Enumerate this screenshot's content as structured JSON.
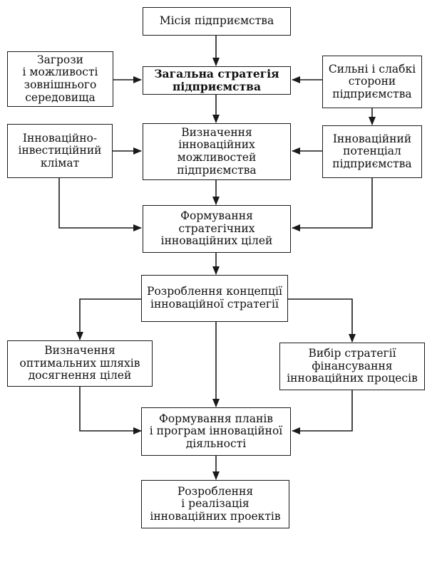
{
  "diagram": {
    "nodes": [
      {
        "id": "mission",
        "text": "Місія підприємства",
        "bold": false
      },
      {
        "id": "threats",
        "text": "Загрози\nі можливості\nзовнішнього\nсередовища",
        "bold": false
      },
      {
        "id": "strategy",
        "text": "Загальна стратегія\nпідприємства",
        "bold": true
      },
      {
        "id": "strengths",
        "text": "Сильні і слабкі\nсторони\nпідприємства",
        "bold": false
      },
      {
        "id": "climate",
        "text": "Інноваційно-\nінвестиційний\nклімат",
        "bold": false
      },
      {
        "id": "capabilities",
        "text": "Визначення\nінноваційних\nможливостей\nпідприємства",
        "bold": false
      },
      {
        "id": "potential",
        "text": "Інноваційний\nпотенціал\nпідприємства",
        "bold": false
      },
      {
        "id": "goals",
        "text": "Формування\nстратегічних\nінноваційних цілей",
        "bold": false
      },
      {
        "id": "concept",
        "text": "Розроблення концепції\nінноваційної стратегії",
        "bold": false
      },
      {
        "id": "paths",
        "text": "Визначення\nоптимальних шляхів\nдосягнення цілей",
        "bold": false
      },
      {
        "id": "financing",
        "text": "Вибір стратегії\nфінансування\nінноваційних процесів",
        "bold": false
      },
      {
        "id": "plans",
        "text": "Формування планів\nі програм інноваційної\nдіяльності",
        "bold": false
      },
      {
        "id": "projects",
        "text": "Розроблення\nі реалізація\nінноваційних проектів",
        "bold": false
      }
    ]
  }
}
